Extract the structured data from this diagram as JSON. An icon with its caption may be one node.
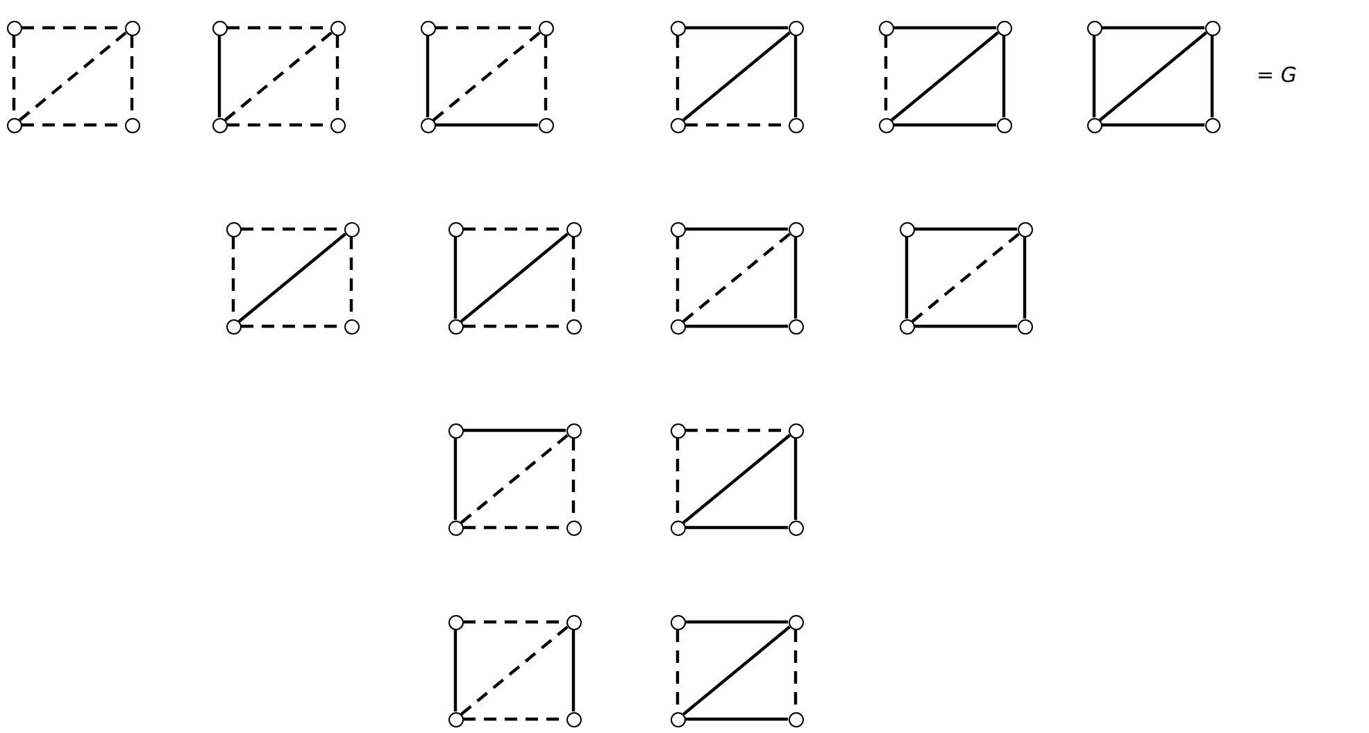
{
  "diagram": {
    "nodes": [
      {
        "text": [],
        "shape": "circle"
      },
      {
        "text": [],
        "shape": "circle"
      },
      {
        "text": [],
        "shape": "circle"
      },
      {
        "text": [],
        "shape": "circle"
      },
      {
        "text": [],
        "shape": "circle"
      },
      {
        "text": [],
        "shape": "circle"
      },
      {
        "text": [],
        "shape": "circle"
      },
      {
        "text": [],
        "shape": "circle"
      },
      {
        "text": [],
        "shape": "circle"
      },
      {
        "text": [],
        "shape": "circle"
      },
      {
        "text": [],
        "shape": "circle"
      },
      {
        "text": [],
        "shape": "circle"
      },
      {
        "text": [],
        "shape": "circle"
      },
      {
        "text": [],
        "shape": "circle"
      },
      {
        "text": [],
        "shape": "circle"
      },
      {
        "text": [],
        "shape": "circle"
      },
      {
        "text": [],
        "shape": "circle"
      },
      {
        "text": [],
        "shape": "circle"
      },
      {
        "text": [],
        "shape": "circle"
      },
      {
        "text": [],
        "shape": "circle"
      },
      {
        "text": [],
        "shape": "circle"
      },
      {
        "text": [],
        "shape": "circle"
      },
      {
        "text": [],
        "shape": "circle"
      },
      {
        "text": [],
        "shape": "circle"
      },
      {
        "text": [],
        "shape": "circle"
      },
      {
        "text": [],
        "shape": "circle"
      },
      {
        "text": [],
        "shape": "circle"
      },
      {
        "text": [],
        "shape": "circle"
      },
      {
        "text": [],
        "shape": "circle"
      },
      {
        "text": [],
        "shape": "circle"
      },
      {
        "text": [],
        "shape": "circle"
      },
      {
        "text": [],
        "shape": "circle"
      },
      {
        "text": [],
        "shape": "circle"
      },
      {
        "text": [],
        "shape": "circle"
      },
      {
        "text": [],
        "shape": "circle"
      },
      {
        "text": [],
        "shape": "circle"
      },
      {
        "text": [],
        "shape": "circle"
      },
      {
        "text": [],
        "shape": "circle"
      },
      {
        "text": [],
        "shape": "circle"
      },
      {
        "text": [],
        "shape": "circle"
      },
      {
        "text": [],
        "shape": "circle"
      },
      {
        "text": [],
        "shape": "circle"
      },
      {
        "text": [],
        "shape": "circle"
      },
      {
        "text": [],
        "shape": "circle"
      },
      {
        "text": [],
        "shape": "circle"
      },
      {
        "text": [],
        "shape": "circle"
      },
      {
        "text": [],
        "shape": "circle"
      },
      {
        "text": [],
        "shape": "circle"
      },
      {
        "text": [],
        "shape": "circle"
      },
      {
        "text": [],
        "shape": "circle"
      },
      {
        "text": [],
        "shape": "circle"
      },
      {
        "text": [],
        "shape": "circle"
      },
      {
        "text": [],
        "shape": "circle"
      },
      {
        "text": [],
        "shape": "circle"
      },
      {
        "text": [],
        "shape": "circle"
      },
      {
        "text": [],
        "shape": "circle"
      }
    ],
    "edges": [
      {
        "from": 0,
        "to": 1,
        "arrow": "none",
        "style": "dashed"
      },
      {
        "from": 0,
        "to": 2,
        "arrow": "none",
        "style": "dashed"
      },
      {
        "from": 2,
        "to": 1,
        "arrow": "none",
        "style": "dashed"
      },
      {
        "from": 1,
        "to": 3,
        "arrow": "none",
        "style": "dashed"
      },
      {
        "from": 2,
        "to": 3,
        "arrow": "none",
        "style": "dashed"
      },
      {
        "from": 4,
        "to": 5,
        "arrow": "none",
        "style": "dashed"
      },
      {
        "from": 4,
        "to": 6,
        "arrow": "none"
      },
      {
        "from": 6,
        "to": 5,
        "arrow": "none",
        "style": "dashed"
      },
      {
        "from": 5,
        "to": 7,
        "arrow": "none",
        "style": "dashed"
      },
      {
        "from": 6,
        "to": 7,
        "arrow": "none",
        "style": "dashed"
      },
      {
        "from": 8,
        "to": 9,
        "arrow": "none",
        "style": "dashed"
      },
      {
        "from": 8,
        "to": 10,
        "arrow": "none"
      },
      {
        "from": 10,
        "to": 9,
        "arrow": "none",
        "style": "dashed"
      },
      {
        "from": 9,
        "to": 11,
        "arrow": "none",
        "style": "dashed"
      },
      {
        "from": 10,
        "to": 11,
        "arrow": "none"
      },
      {
        "from": 12,
        "to": 13,
        "arrow": "none"
      },
      {
        "from": 12,
        "to": 14,
        "arrow": "none",
        "style": "dashed"
      },
      {
        "from": 14,
        "to": 13,
        "arrow": "none"
      },
      {
        "from": 13,
        "to": 15,
        "arrow": "none"
      },
      {
        "from": 14,
        "to": 15,
        "arrow": "none",
        "style": "dashed"
      },
      {
        "from": 16,
        "to": 17,
        "arrow": "none"
      },
      {
        "from": 16,
        "to": 18,
        "arrow": "none",
        "style": "dashed"
      },
      {
        "from": 18,
        "to": 17,
        "arrow": "none"
      },
      {
        "from": 17,
        "to": 19,
        "arrow": "none"
      },
      {
        "from": 18,
        "to": 19,
        "arrow": "none"
      },
      {
        "from": 20,
        "to": 21,
        "arrow": "none"
      },
      {
        "from": 20,
        "to": 22,
        "arrow": "none"
      },
      {
        "from": 22,
        "to": 21,
        "arrow": "none"
      },
      {
        "from": 21,
        "to": 23,
        "arrow": "none"
      },
      {
        "from": 22,
        "to": 23,
        "arrow": "none"
      },
      {
        "from": 24,
        "to": 25,
        "arrow": "none",
        "style": "dashed"
      },
      {
        "from": 24,
        "to": 26,
        "arrow": "none",
        "style": "dashed"
      },
      {
        "from": 26,
        "to": 25,
        "arrow": "none"
      },
      {
        "from": 25,
        "to": 27,
        "arrow": "none",
        "style": "dashed"
      },
      {
        "from": 26,
        "to": 27,
        "arrow": "none",
        "style": "dashed"
      },
      {
        "from": 28,
        "to": 29,
        "arrow": "none",
        "style": "dashed"
      },
      {
        "from": 28,
        "to": 30,
        "arrow": "none"
      },
      {
        "from": 30,
        "to": 29,
        "arrow": "none"
      },
      {
        "from": 29,
        "to": 31,
        "arrow": "none",
        "style": "dashed"
      },
      {
        "from": 30,
        "to": 31,
        "arrow": "none",
        "style": "dashed"
      },
      {
        "from": 32,
        "to": 33,
        "arrow": "none"
      },
      {
        "from": 32,
        "to": 34,
        "arrow": "none",
        "style": "dashed"
      },
      {
        "from": 34,
        "to": 33,
        "arrow": "none",
        "style": "dashed"
      },
      {
        "from": 33,
        "to": 35,
        "arrow": "none"
      },
      {
        "from": 34,
        "to": 35,
        "arrow": "none"
      },
      {
        "from": 36,
        "to": 37,
        "arrow": "none"
      },
      {
        "from": 36,
        "to": 38,
        "arrow": "none"
      },
      {
        "from": 38,
        "to": 37,
        "arrow": "none",
        "style": "dashed"
      },
      {
        "from": 37,
        "to": 39,
        "arrow": "none"
      },
      {
        "from": 38,
        "to": 39,
        "arrow": "none"
      },
      {
        "from": 40,
        "to": 41,
        "arrow": "none"
      },
      {
        "from": 40,
        "to": 42,
        "arrow": "none"
      },
      {
        "from": 42,
        "to": 41,
        "arrow": "none",
        "style": "dashed"
      },
      {
        "from": 41,
        "to": 43,
        "arrow": "none",
        "style": "dashed"
      },
      {
        "from": 42,
        "to": 43,
        "arrow": "none",
        "style": "dashed"
      },
      {
        "from": 44,
        "to": 45,
        "arrow": "none",
        "style": "dashed"
      },
      {
        "from": 44,
        "to": 46,
        "arrow": "none",
        "style": "dashed"
      },
      {
        "from": 46,
        "to": 45,
        "arrow": "none"
      },
      {
        "from": 45,
        "to": 47,
        "arrow": "none"
      },
      {
        "from": 46,
        "to": 47,
        "arrow": "none"
      },
      {
        "from": 48,
        "to": 49,
        "arrow": "none",
        "style": "dashed"
      },
      {
        "from": 48,
        "to": 50,
        "arrow": "none"
      },
      {
        "from": 50,
        "to": 49,
        "arrow": "none",
        "style": "dashed"
      },
      {
        "from": 49,
        "to": 51,
        "arrow": "none"
      },
      {
        "from": 50,
        "to": 51,
        "arrow": "none",
        "style": "dashed"
      },
      {
        "from": 52,
        "to": 53,
        "arrow": "none"
      },
      {
        "from": 52,
        "to": 54,
        "arrow": "none",
        "style": "dashed"
      },
      {
        "from": 54,
        "to": 53,
        "arrow": "none"
      },
      {
        "from": 53,
        "to": 55,
        "arrow": "none",
        "style": "dashed"
      },
      {
        "from": 54,
        "to": 55,
        "arrow": "none"
      }
    ],
    "labels": [
      "= G"
    ]
  }
}
